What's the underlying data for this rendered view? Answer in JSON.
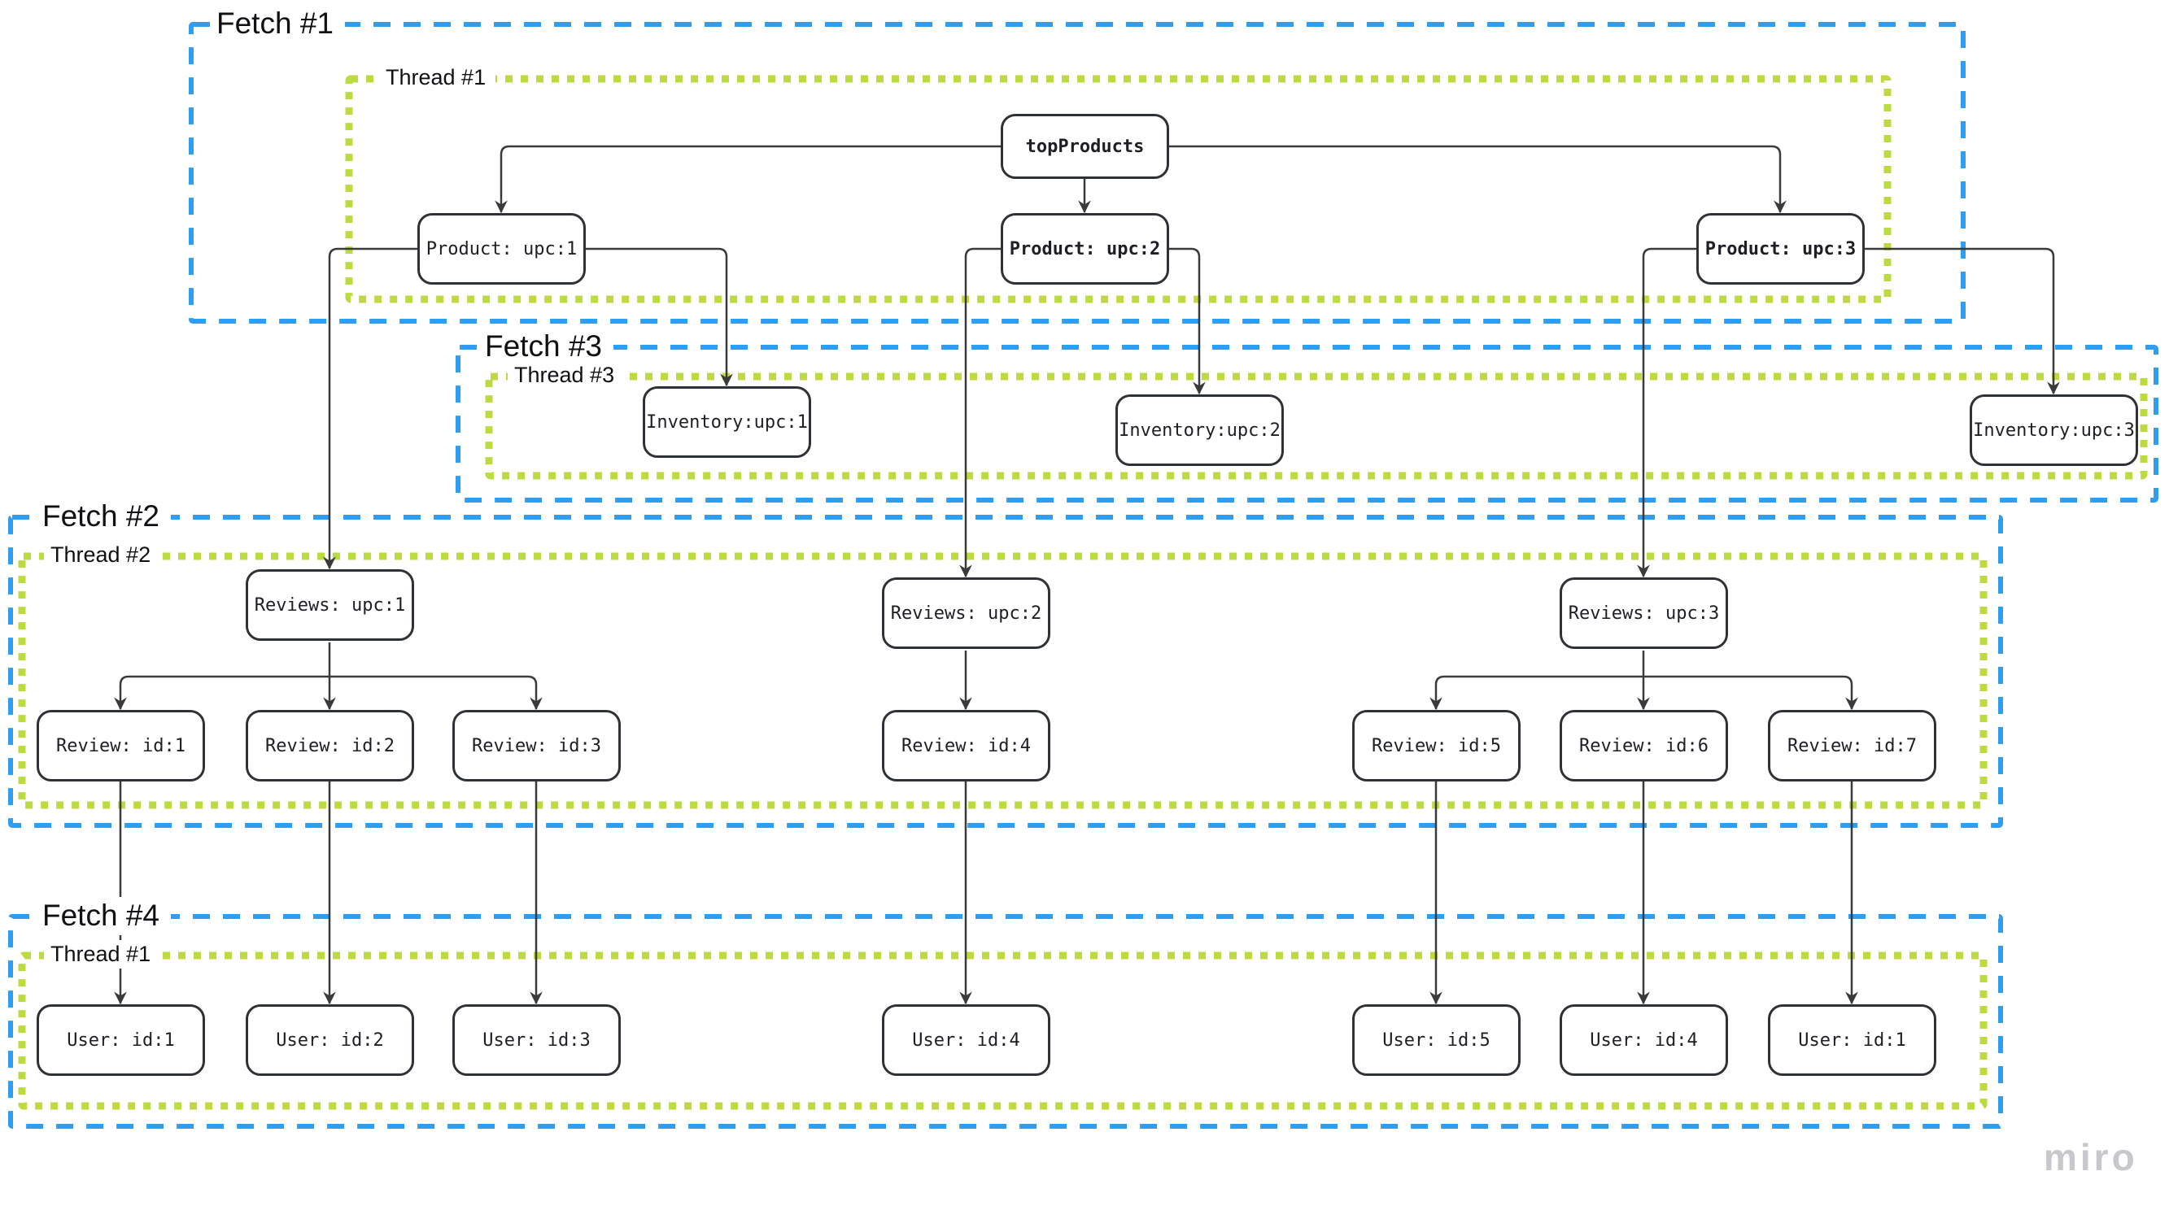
{
  "colors": {
    "fetch_border": "#2F9EF0",
    "thread_border": "#BCDB41",
    "node_border": "#2E3135",
    "edge": "#3a3a3a"
  },
  "diagram": {
    "groups": [
      {
        "id": "fetch1",
        "label": "Fetch #1",
        "type": "fetch"
      },
      {
        "id": "thread1",
        "label": "Thread #1",
        "type": "thread"
      },
      {
        "id": "fetch3",
        "label": "Fetch #3",
        "type": "fetch"
      },
      {
        "id": "thread3",
        "label": "Thread #3",
        "type": "thread"
      },
      {
        "id": "fetch2",
        "label": "Fetch #2",
        "type": "fetch"
      },
      {
        "id": "thread2",
        "label": "Thread #2",
        "type": "thread"
      },
      {
        "id": "fetch4",
        "label": "Fetch #4",
        "type": "fetch"
      },
      {
        "id": "thread4",
        "label": "Thread #1",
        "type": "thread"
      }
    ],
    "nodes": {
      "top_products": {
        "label": "topProducts"
      },
      "product_upc1": {
        "label": "Product: upc:1"
      },
      "product_upc2": {
        "label": "Product: upc:2"
      },
      "product_upc3": {
        "label": "Product: upc:3"
      },
      "inventory_upc1": {
        "label": "Inventory:upc:1"
      },
      "inventory_upc2": {
        "label": "Inventory:upc:2"
      },
      "inventory_upc3": {
        "label": "Inventory:upc:3"
      },
      "reviews_upc1": {
        "label": "Reviews: upc:1"
      },
      "reviews_upc2": {
        "label": "Reviews: upc:2"
      },
      "reviews_upc3": {
        "label": "Reviews: upc:3"
      },
      "review_id1": {
        "label": "Review: id:1"
      },
      "review_id2": {
        "label": "Review: id:2"
      },
      "review_id3": {
        "label": "Review: id:3"
      },
      "review_id4": {
        "label": "Review: id:4"
      },
      "review_id5": {
        "label": "Review: id:5"
      },
      "review_id6": {
        "label": "Review: id:6"
      },
      "review_id7": {
        "label": "Review: id:7"
      },
      "user_1": {
        "label": "User: id:1"
      },
      "user_2": {
        "label": "User: id:2"
      },
      "user_3": {
        "label": "User: id:3"
      },
      "user_4": {
        "label": "User: id:4"
      },
      "user_5": {
        "label": "User: id:5"
      },
      "user_6": {
        "label": "User: id:4"
      },
      "user_7": {
        "label": "User: id:1"
      }
    }
  },
  "watermark": "miro"
}
